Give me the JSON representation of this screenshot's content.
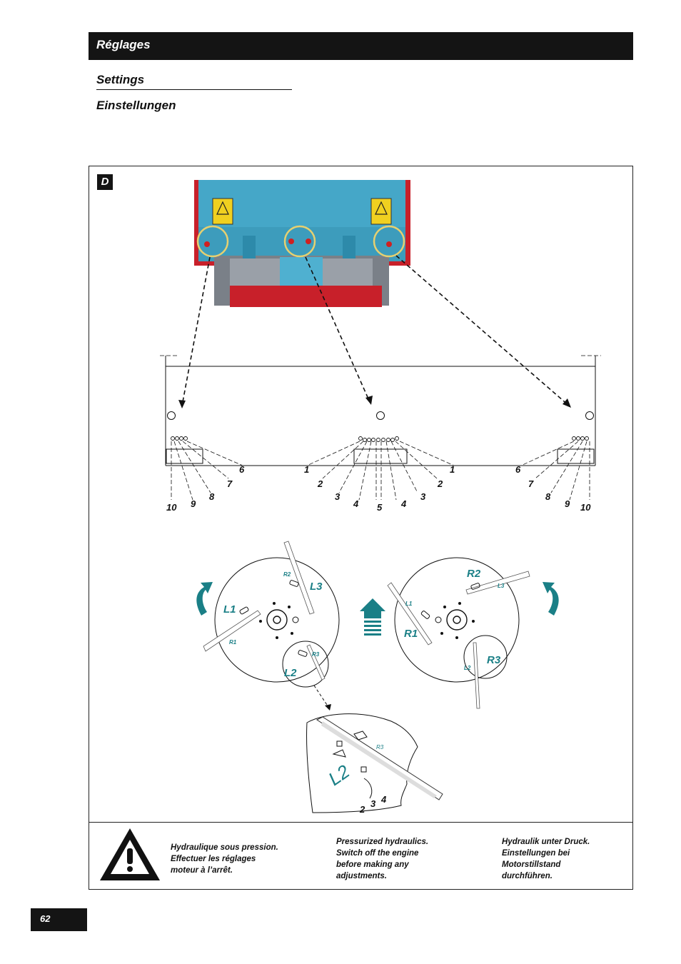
{
  "header": {
    "title": "Réglages"
  },
  "subtitles": {
    "en": "Settings",
    "de": "Einstellungen"
  },
  "figure": {
    "label": "D",
    "bottom_numbers_left": [
      "6",
      "7",
      "8",
      "9",
      "10"
    ],
    "bottom_numbers_center": [
      "1",
      "2",
      "3",
      "4",
      "5",
      "4",
      "3",
      "2",
      "1"
    ],
    "bottom_numbers_right": [
      "6",
      "7",
      "8",
      "9",
      "10"
    ],
    "disc_left_labels": [
      "L1",
      "L2",
      "L3",
      "R1",
      "R2",
      "R3"
    ],
    "disc_right_labels": [
      "R1",
      "R2",
      "R3",
      "L1",
      "L2",
      "L3"
    ],
    "detail_labels": {
      "main": "L2",
      "small": "R3",
      "numbers": [
        "2",
        "3",
        "4"
      ]
    }
  },
  "warning": {
    "fr": "Hydraulique sous pression.\nEffectuer les réglages\nmoteur à l’arrêt.",
    "en": "Pressurized hydraulics.\nSwitch off the engine\nbefore making any\nadjustments.",
    "de": "Hydraulik unter Druck.\nEinstellungen bei\nMotorstillstand\ndurchführen."
  },
  "page_number": "62",
  "colors": {
    "accent_teal": "#1a7f86",
    "dark_bar": "#141414",
    "machine_blue": "#45a7c8",
    "machine_red": "#c8202a"
  }
}
